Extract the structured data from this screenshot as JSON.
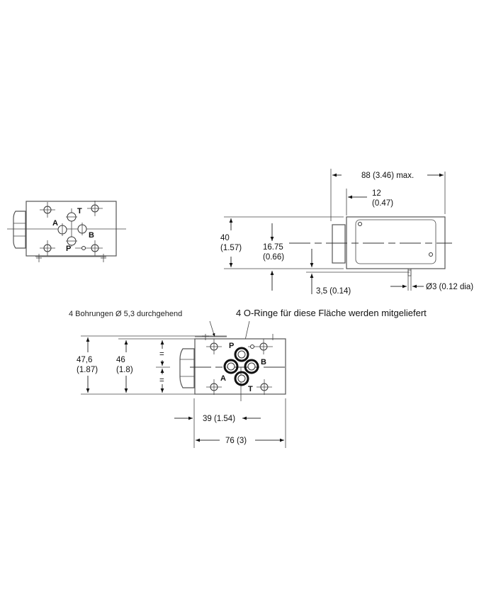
{
  "views": {
    "top_left": {
      "ports": {
        "a": "A",
        "b": "B",
        "p": "P",
        "t": "T"
      }
    },
    "side": {
      "dim_length": "88 (3.46) max.",
      "dim_offset_line1": "12",
      "dim_offset_line2": "(0.47)",
      "dim_height_line1": "40",
      "dim_height_line2": "(1.57)",
      "dim_center_line1": "16.75",
      "dim_center_line2": "(0.66)",
      "dim_pin_offset": "3,5 (0.14)",
      "dim_pin_dia": "Ø3 (0.12 dia)"
    },
    "bottom": {
      "note_bores": "4 Bohrungen Ø 5,3 durchgehend",
      "note_orings": "4 O-Ringe für diese Fläche werden mitgeliefert",
      "ports": {
        "a": "A",
        "b": "B",
        "p": "P",
        "t": "T"
      },
      "dim_height_total_line1": "47,6",
      "dim_height_total_line2": "(1.87)",
      "dim_height_line1": "46",
      "dim_height_line2": "(1.8)",
      "dim_port_offset": "39 (1.54)",
      "dim_width": "76 (3)",
      "equal_mark": "="
    }
  }
}
